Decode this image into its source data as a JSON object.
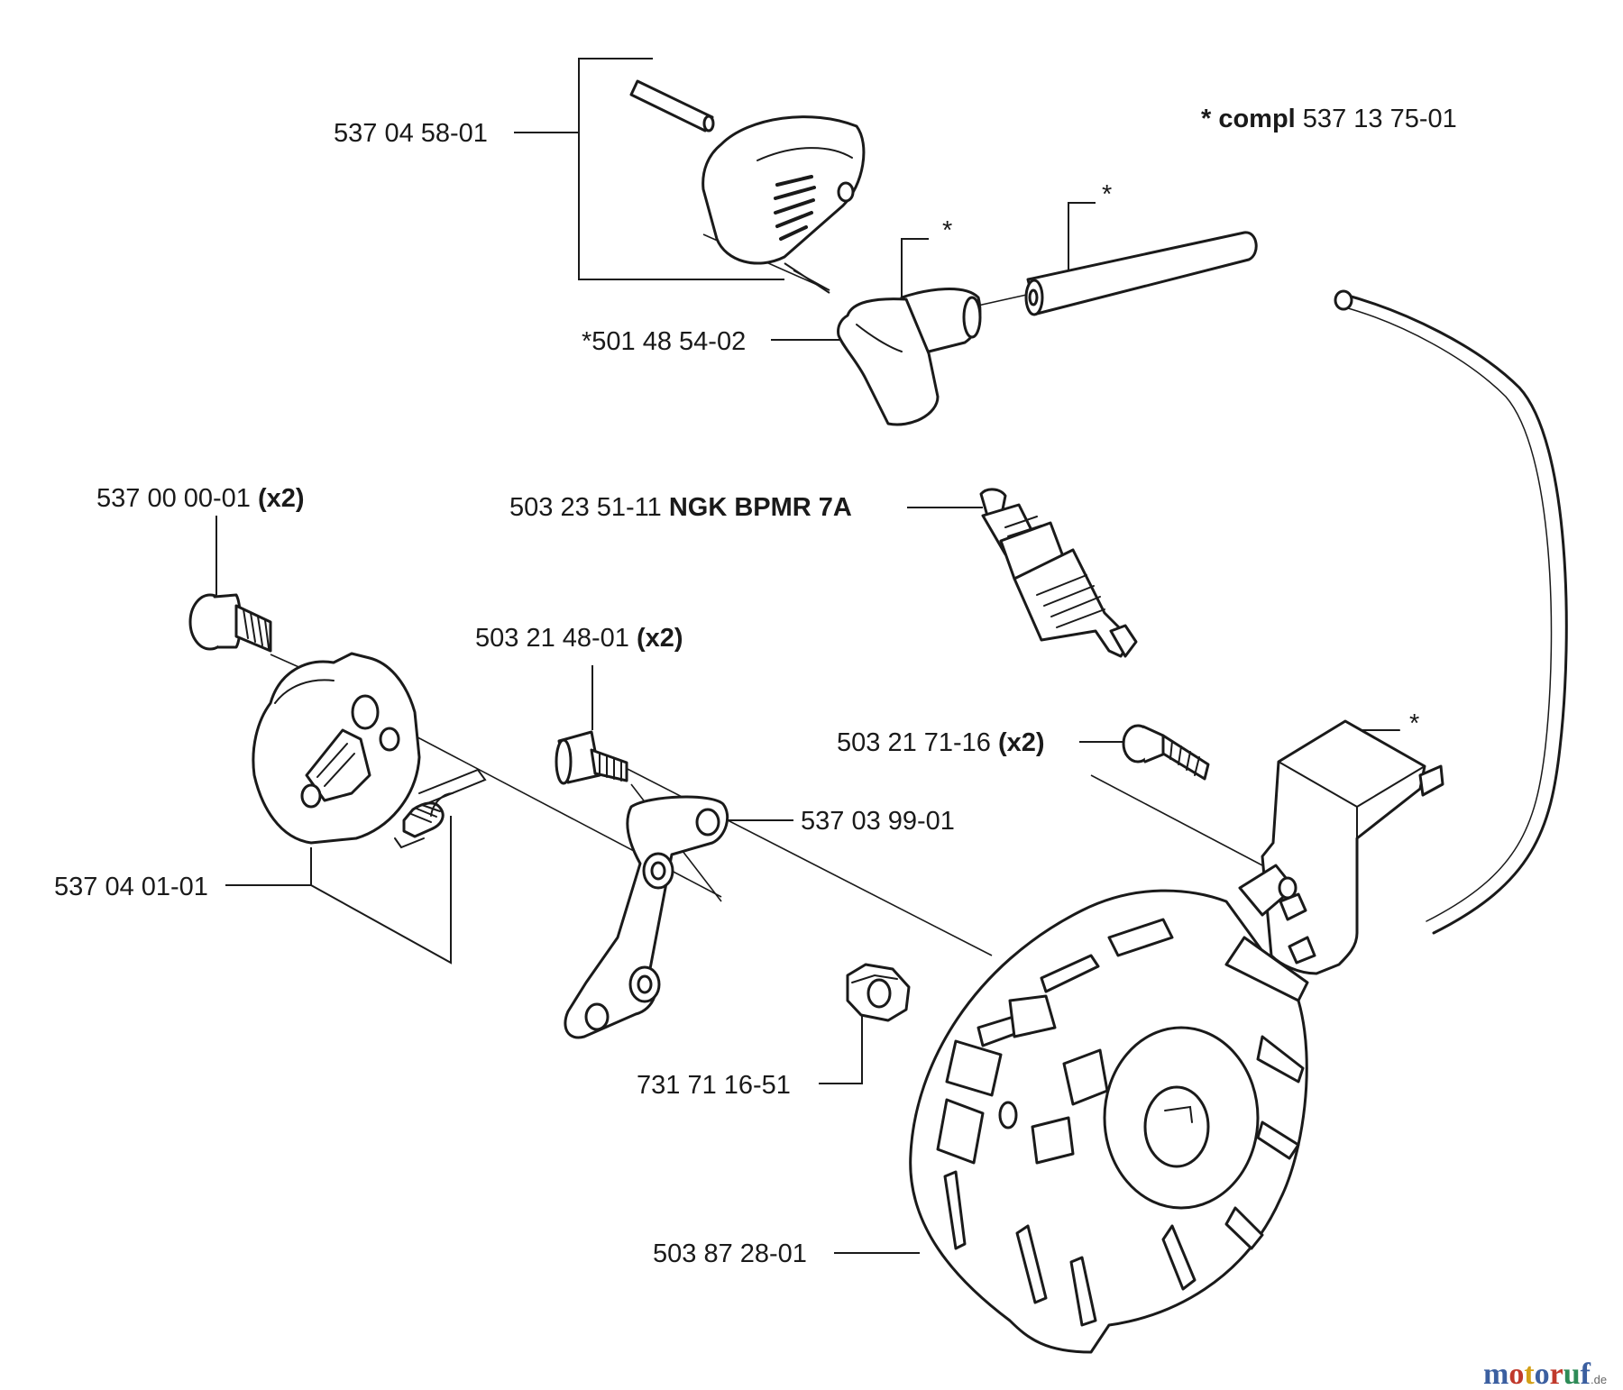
{
  "labels": {
    "compl_prefix": "* compl",
    "compl_number": " 537 13 75-01",
    "cap_cover": "537 04 58-01",
    "boot": "*501 48 54-02",
    "spark_plug_number": "503 23 51-11 ",
    "spark_plug_type": "NGK BPMR 7A",
    "module_screw": "537 00 00-01 ",
    "module_screw_qty": "(x2)",
    "bracket_screw": "503 21 48-01 ",
    "bracket_screw_qty": "(x2)",
    "ignition_screw": "503 21 71-16 ",
    "ignition_screw_qty": "(x2)",
    "bracket": "537 03 99-01",
    "module": "537 04 01-01",
    "nut": "731 71 16-51",
    "flywheel": "503 87 28-01",
    "asterisk_boot": "*",
    "asterisk_wire": "*",
    "asterisk_ignition": "*"
  },
  "watermark": {
    "brand": "motoruf",
    "suffix": ".de",
    "letter_colors": [
      "#3b5fa0",
      "#c0392b",
      "#d4a017",
      "#3b5fa0",
      "#c0392b",
      "#2e8b57",
      "#3b5fa0"
    ]
  }
}
